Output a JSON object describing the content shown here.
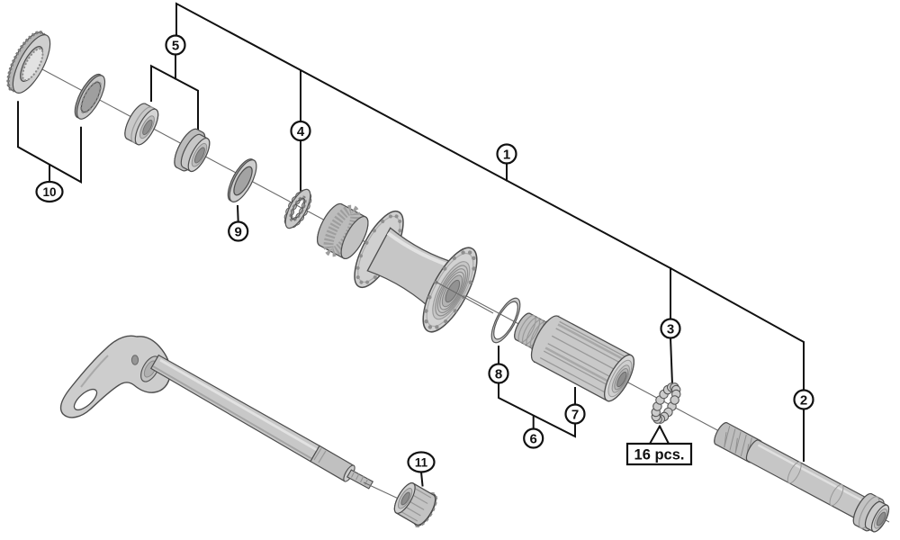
{
  "diagram": {
    "background": "#ffffff",
    "line_color": "#111111",
    "part_fill": "#cbcbcb",
    "part_stroke": "#4d4d4d",
    "callouts": {
      "c1": "1",
      "c2": "2",
      "c3": "3",
      "c4": "4",
      "c5": "5",
      "c6": "6",
      "c7": "7",
      "c8": "8",
      "c9": "9",
      "c10": "10",
      "c11": "11"
    },
    "note": {
      "quantity": "16 pcs."
    },
    "parts": {
      "p1": "complete-hub-assembly",
      "p2": "hub-axle",
      "p3": "steel-ball-retainer-16pcs",
      "p4": "left-ball-retainer-ring",
      "p5": "cone-with-dust-cover",
      "p6": "freehub-body-unit",
      "p7": "freehub-body",
      "p8": "right-seal-ring",
      "p9": "washer",
      "p10": "lock-ring-and-washer",
      "p11": "axle-end-cap",
      "extra": "thru-axle-quick-release-lever"
    }
  }
}
